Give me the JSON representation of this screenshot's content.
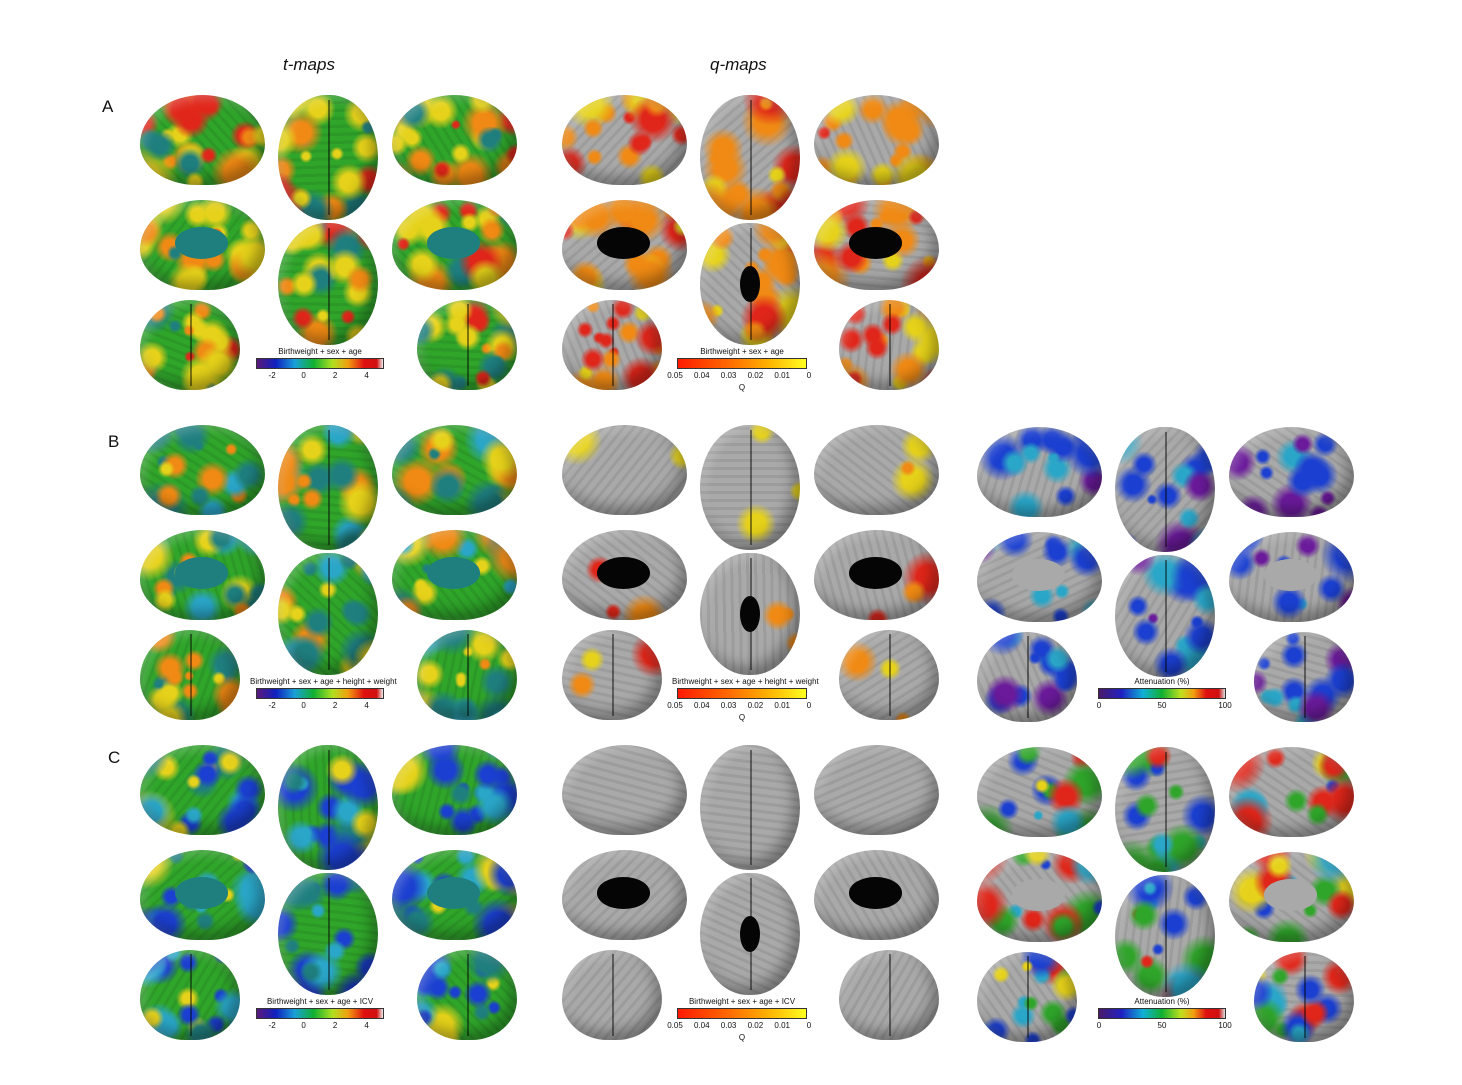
{
  "column_titles": {
    "t": "t-maps",
    "q": "q-maps"
  },
  "panels": [
    {
      "letter": "A",
      "t": {
        "label": "Birthweight + sex + age",
        "ticks": [
          "-2",
          "0",
          "2",
          "4"
        ]
      },
      "q": {
        "label": "Birthweight + sex + age",
        "ticks": [
          "0.05",
          "0.04",
          "0.03",
          "0.02",
          "0.01",
          "0"
        ],
        "axis": "Q",
        "coverage": "widespread"
      },
      "att": null
    },
    {
      "letter": "B",
      "t": {
        "label": "Birthweight + sex + age + height + weight",
        "ticks": [
          "-2",
          "0",
          "2",
          "4"
        ]
      },
      "q": {
        "label": "Birthweight + sex + age + height + weight",
        "ticks": [
          "0.05",
          "0.04",
          "0.03",
          "0.02",
          "0.01",
          "0"
        ],
        "axis": "Q",
        "coverage": "sparse"
      },
      "att": {
        "label": "Attenuation (%)",
        "ticks": [
          "0",
          "50",
          "100"
        ],
        "theme": "blue"
      }
    },
    {
      "letter": "C",
      "t": {
        "label": "Birthweight + sex + age + ICV",
        "ticks": [
          "-2",
          "0",
          "2",
          "4"
        ]
      },
      "q": {
        "label": "Birthweight + sex + age + ICV",
        "ticks": [
          "0.05",
          "0.04",
          "0.03",
          "0.02",
          "0.01",
          "0"
        ],
        "axis": "Q",
        "coverage": "none"
      },
      "att": {
        "label": "Attenuation (%)",
        "ticks": [
          "0",
          "50",
          "100"
        ],
        "theme": "green"
      }
    }
  ],
  "colors": {
    "gray": "#a9a9a9",
    "green": "#2fa52a",
    "teal": "#1f7f7f",
    "yellow": "#e6d21a",
    "orange": "#f08a14",
    "red": "#e0261a",
    "blue": "#1b3fd0",
    "purple": "#6a1a9a",
    "cyan": "#2aa6c8"
  }
}
